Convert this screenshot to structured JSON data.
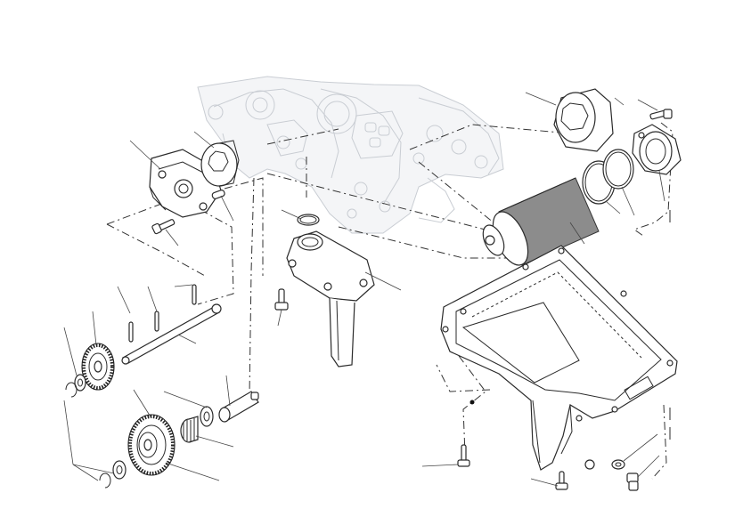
{
  "diagram": {
    "kind": "exploded parts diagram",
    "background_color": "#ffffff",
    "line_color": "#2a2a2a",
    "ghost_line_color": "#c9cdd3",
    "filter_element_color": "#8c8c8c",
    "components": [
      "engine-crankcase",
      "oil-pump-cover",
      "oil-pump-rotor",
      "oil-pump-rotor-right",
      "oil-pump-screw",
      "dowel-pin",
      "oil-filter-cartridge",
      "filter-cap",
      "filter-cap-bolt",
      "o-ring-large-pair",
      "oil-pickup-strainer",
      "pickup-o-ring",
      "pickup-screw",
      "oil-pump-shaft",
      "shaft-pins",
      "drive-gear-upper",
      "drive-gear-lower",
      "needle-roller-bearing",
      "gear-spindle",
      "thrust-washer",
      "circlip",
      "oil-sump",
      "sump-screw",
      "drain-plug",
      "drain-plug-washer"
    ]
  }
}
